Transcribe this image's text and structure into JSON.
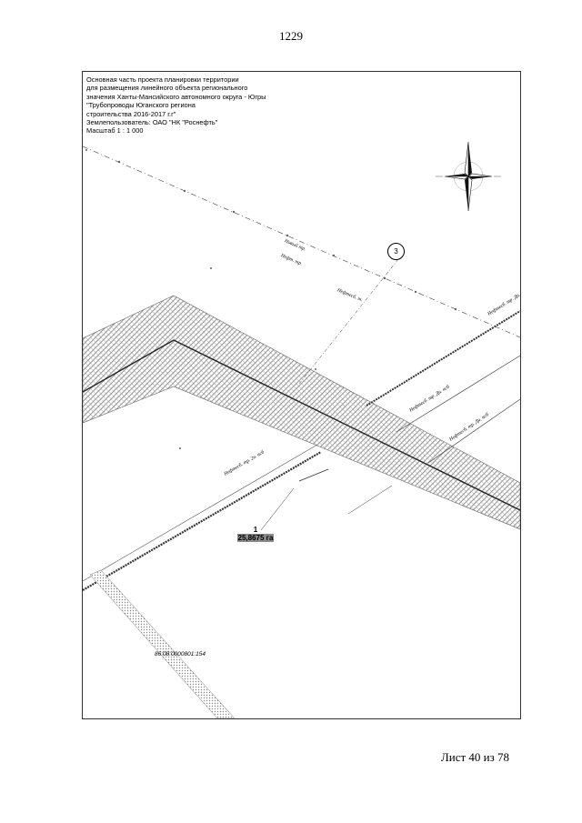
{
  "page": {
    "number": "1229",
    "footer": "Лист 40 из 78"
  },
  "title_block": {
    "lines": [
      "Основная часть проекта планировки территории",
      "для размещения линейного объекта регионального",
      "значения Ханты-Мансийского автономного округа - Югры",
      "\"Трубопроводы Юганского региона",
      "строительства 2016-2017 г.г\"",
      "Землепользователь: ОАО \"НК \"Роснефть\"",
      "Масштаб 1 : 1 000"
    ]
  },
  "parcel": {
    "number": "1",
    "area": "25,8675 га"
  },
  "cadastral_number": "86:08:0000801:154",
  "callout": {
    "number": "3"
  },
  "line_labels": [
    "Новый тр.",
    "Нефт. тр.",
    "Нефтесб. т.",
    "Нефтесб. тр. Дн. нсб",
    "Нефтесб. тр. Дн. нсб",
    "Нефтесб. тр. Дн. нсб",
    "Нефтесб. тр. 2н. нсб"
  ],
  "colors": {
    "hatch": "#777777",
    "line": "#222222",
    "frame": "#333333"
  },
  "icons": [
    "north-arrow-icon"
  ]
}
